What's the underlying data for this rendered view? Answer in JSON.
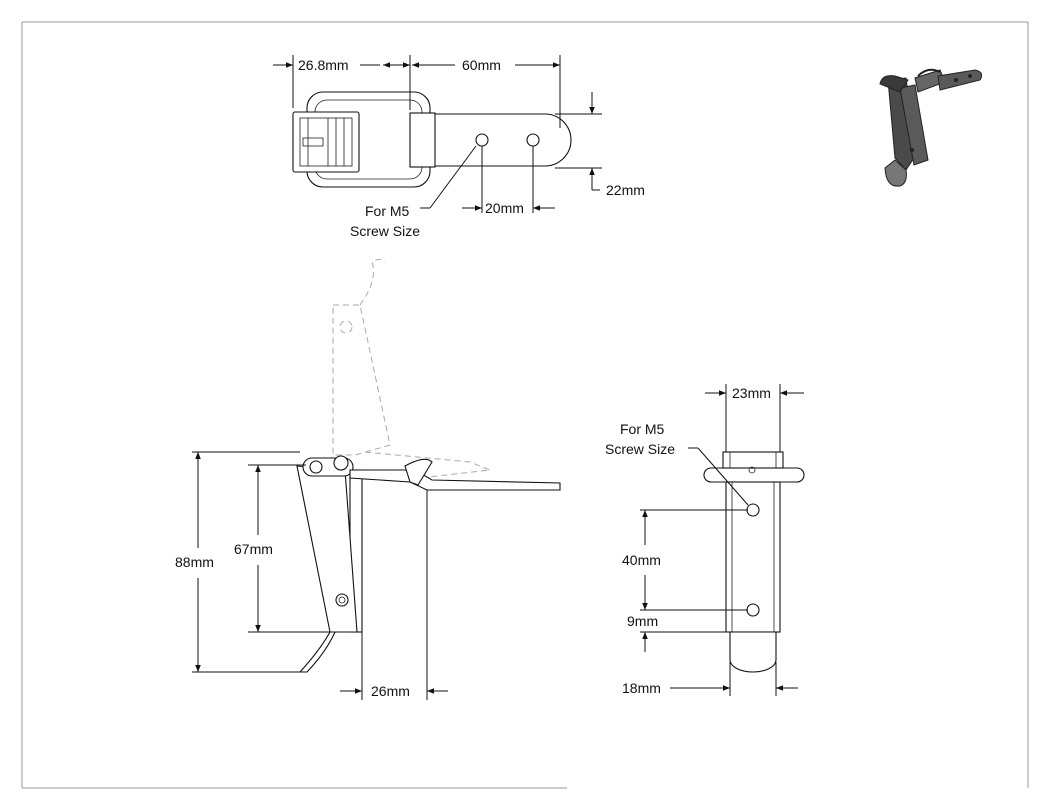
{
  "top_view": {
    "dim_width_left": "26.8mm",
    "dim_length": "60mm",
    "dim_height": "22mm",
    "dim_hole_spacing": "20mm",
    "note_line1": "For M5",
    "note_line2": "Screw Size"
  },
  "side_view": {
    "dim_total_height": "88mm",
    "dim_pivot_height": "67mm",
    "dim_offset": "26mm"
  },
  "front_view": {
    "dim_top_width": "23mm",
    "note_line1": "For M5",
    "note_line2": "Screw Size",
    "dim_hole_spacing": "40mm",
    "dim_lower": "9mm",
    "dim_bottom_width": "18mm"
  },
  "colors": {
    "line": "#111111",
    "ghost": "#aaaaaa",
    "frame": "#999999",
    "render": "#4a4a4a"
  },
  "icons": {
    "iso_render": "latch-3d-render"
  }
}
